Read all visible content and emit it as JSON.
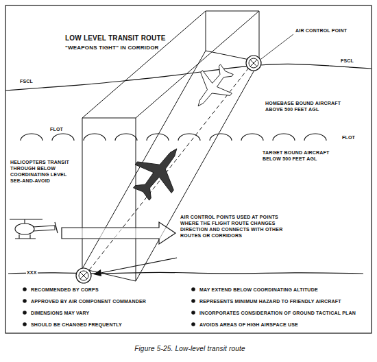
{
  "diagram": {
    "title": "LOW LEVEL TRANSIT ROUTE",
    "caption": "Figure 5-25. Low-level transit route",
    "labels": [
      "\"WEAPONS TIGHT\" IN CORRIDOR",
      "AIR CONTROL POINT",
      "FSCL",
      "FSCL",
      "FLOT",
      "FLOT",
      "HELICOPTERS TRANSIT THROUGH BELOW COORDINATING LEVEL SEE-AND-AVOID",
      "HOMEBASE BOUND AIRCRAFT ABOVE 500 FEET AGL",
      "TARGET BOUND AIRCRAFT BELOW 500 FEET AGL",
      "AIR CONTROL POINTS USED AT POINTS WHERE THE FLIGHT ROUTE CHANGES DIRECTION AND CONNECTS WITH OTHER ROUTES OR CORRIDORS",
      "XXX",
      "RECOMMENDED BY CORPS",
      "APPROVED BY AIR COMPONENT COMMANDER",
      "DIMENSIONS MAY VARY",
      "SHOULD BE CHANGED FREQUENTLY",
      "MAY EXTEND BELOW COORDINATING ALTITUDE",
      "REPRESENTS MINIMUM HAZARD TO FRIENDLY AIRCRAFT",
      "INCORPORATES CONSIDERATION OF GROUND TACTICAL PLAN",
      "AVOIDS AREAS OF HIGH AIRSPACE USE"
    ]
  }
}
